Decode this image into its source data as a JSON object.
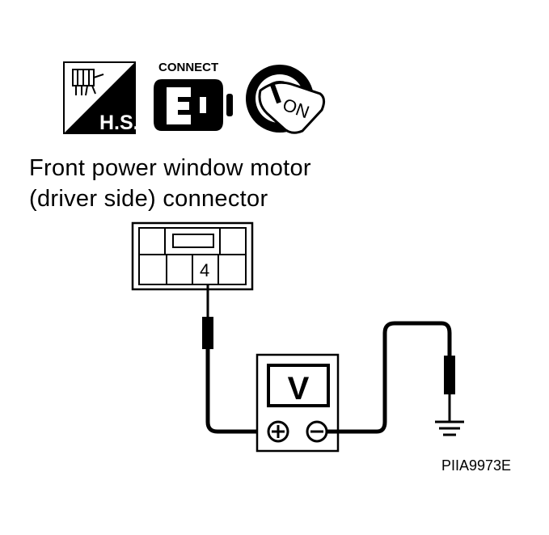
{
  "icons": {
    "harness_sensor": {
      "icon": "harness-sensor-icon",
      "label": "H.S."
    },
    "connect": {
      "icon": "connector-connect-icon",
      "label": "CONNECT"
    },
    "ignition": {
      "icon": "ignition-key-on-icon",
      "label": "ON"
    }
  },
  "caption": {
    "line1": "Front power window motor",
    "line2": "(driver side) connector"
  },
  "connector": {
    "terminal": "4"
  },
  "meter": {
    "mode": "V",
    "plus": "+",
    "minus": "−"
  },
  "reference_code": "PIIA9973E",
  "colors": {
    "ink": "#000000",
    "paper": "#ffffff"
  }
}
